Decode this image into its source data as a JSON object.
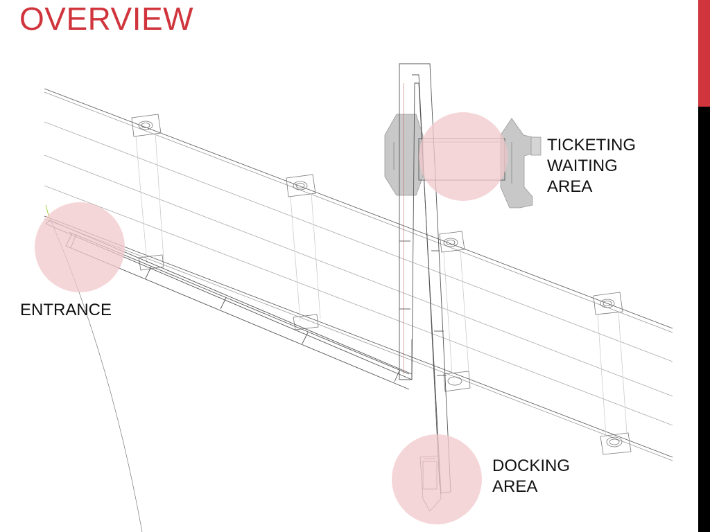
{
  "slide": {
    "title": "OVERVIEW",
    "title_color": "#d0343c"
  },
  "side_bar": {
    "accent_color": "#d0343c",
    "dark_color": "#000000"
  },
  "labels": {
    "ticketing": "TICKETING\nWAITING\nAREA",
    "entrance": "ENTRANCE",
    "docking": "DOCKING\nAREA"
  },
  "highlight_color": "#f2c8cb",
  "drawing_line_color": "#555555",
  "shelter_fill_color": "#c8c8c8"
}
